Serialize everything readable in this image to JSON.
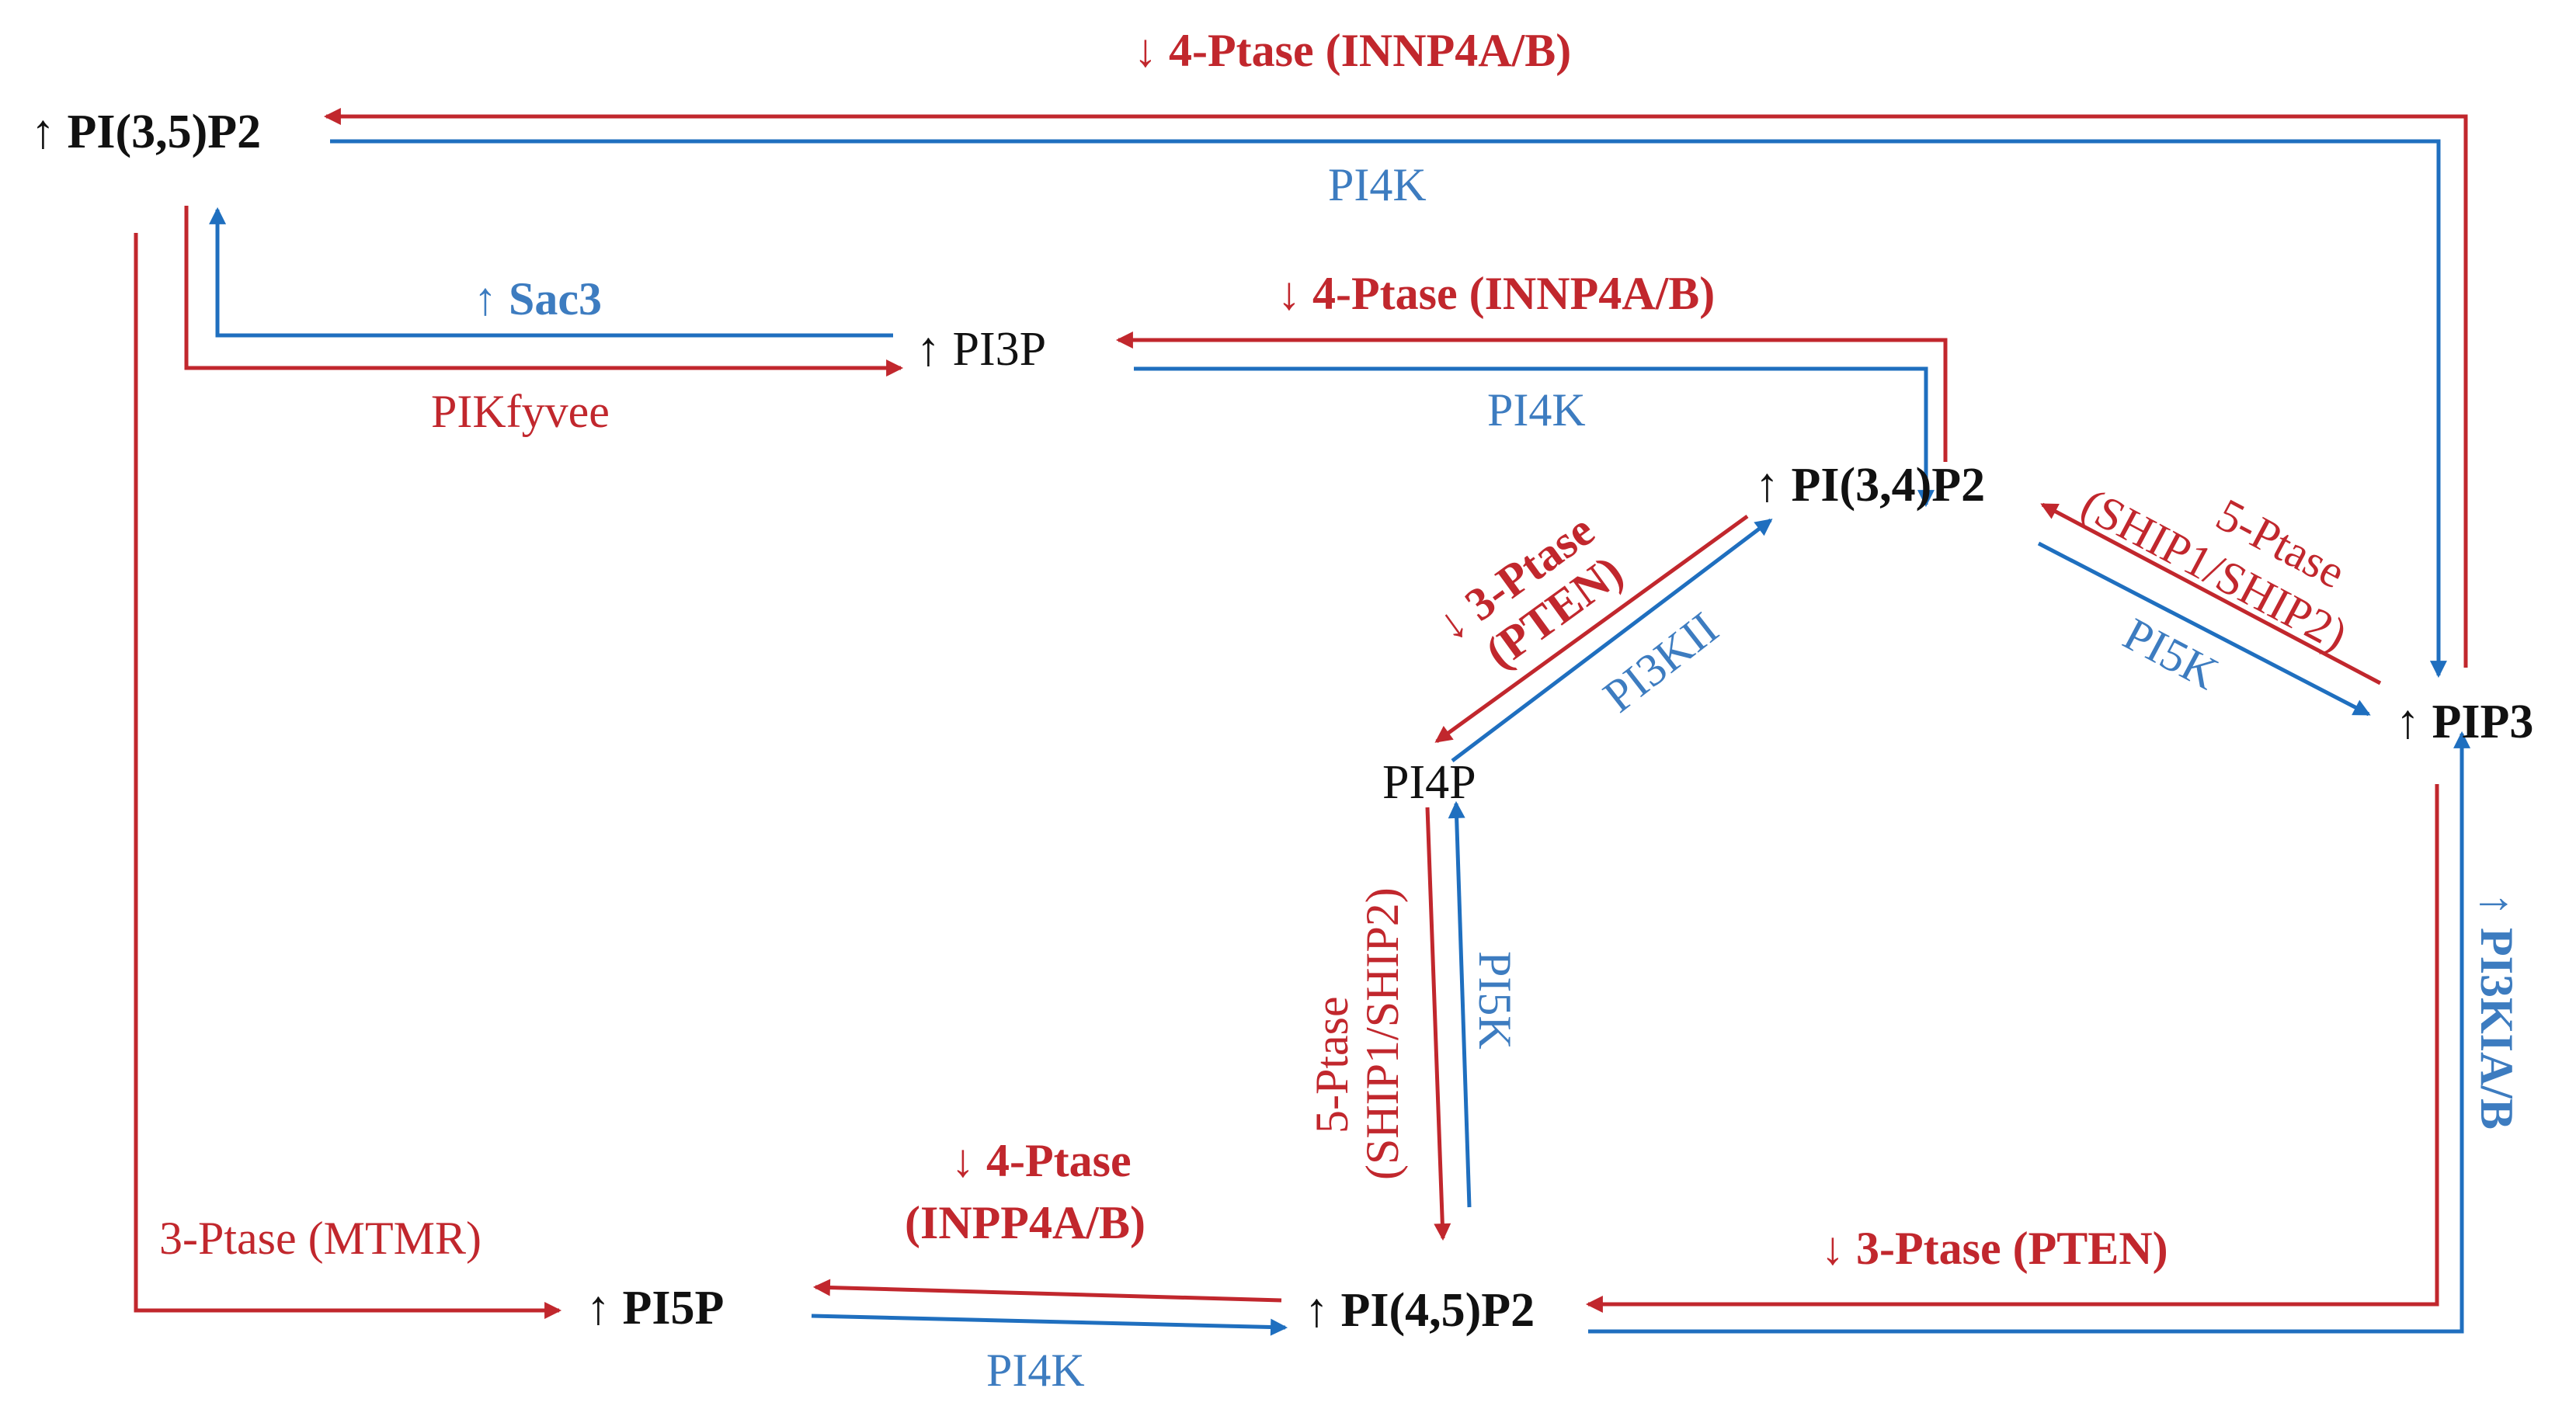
{
  "nodes": {
    "pi35p2": "↑ PI(3,5)P2",
    "pi3p": "↑ PI3P",
    "pi34p2": "↑ PI(3,4)P2",
    "pip3": "↑ PIP3",
    "pi4p": "PI4P",
    "pi5p": "↑ PI5P",
    "pi45p2": "↑ PI(4,5)P2"
  },
  "enzymes": {
    "top_red": "↓ 4-Ptase (INNP4A/B)",
    "top_blue": "PI4K",
    "sac3": "↑ Sac3",
    "pikfyvee": "PIKfyvee",
    "mid_red": "↓ 4-Ptase (INNP4A/B)",
    "mid_blue": "PI4K",
    "pten_diag_1": "↓ 3-Ptase",
    "pten_diag_2": "(PTEN)",
    "pi3kii": "PI3KII",
    "ship_right_1": "5-Ptase",
    "ship_right_2": "(SHIP1/SHIP2)",
    "pi5k_right": "PI5K",
    "ship_vert_1": "5-Ptase",
    "ship_vert_2": "(SHIP1/SHIP2)",
    "pi5k_vert": "PI5K",
    "pi3kia": "↑ PI3KIA/B",
    "mtmr": "3-Ptase (MTMR)",
    "bottom_red_1": "↓ 4-Ptase",
    "bottom_red_2": "(INPP4A/B)",
    "bottom_blue": "PI4K",
    "pten_bottom": "↓ 3-Ptase (PTEN)"
  },
  "colors": {
    "red": "#c1272d",
    "blue": "#1f6fbf",
    "text_blue": "#3d7cc0",
    "black": "#111111"
  }
}
